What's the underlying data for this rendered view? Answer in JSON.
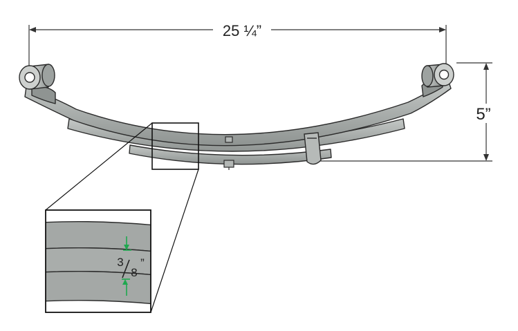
{
  "dimensions": {
    "length_label": "25 ¼”",
    "height_label": "5”",
    "leaf_thickness": {
      "numerator": "3",
      "denominator": "8",
      "unit": "”"
    }
  },
  "colors": {
    "leaf_fill": "#a7aba9",
    "leaf_dark": "#7d8280",
    "outline": "#2b2b2b",
    "dimension_line": "#333333",
    "thickness_arrow": "#1fa84f"
  }
}
